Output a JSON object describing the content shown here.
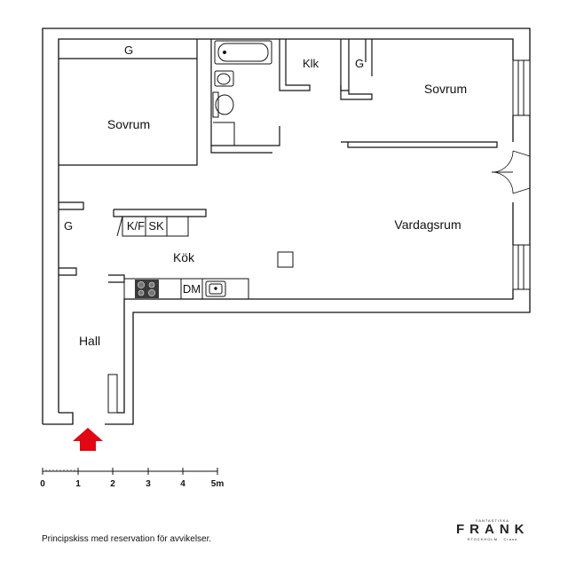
{
  "rooms": {
    "wardrobe_top": "G",
    "bedroom_left": "Sovrum",
    "closet_klk": "Klk",
    "wardrobe_right": "G",
    "bedroom_right": "Sovrum",
    "wardrobe_hall": "G",
    "fridge_freezer": "K/F",
    "cabinet": "SK",
    "living_room": "Vardagsrum",
    "kitchen": "Kök",
    "dishwasher": "DM",
    "hall": "Hall"
  },
  "scale": {
    "ticks": [
      "0",
      "1",
      "2",
      "3",
      "4",
      "5m"
    ]
  },
  "footer": {
    "disclaimer": "Principskiss med reservation för avvikelser."
  },
  "logo": {
    "tagline": "FANTASTISKA",
    "brand": "FRANK",
    "sub": "STOCKHOLM · Crane"
  },
  "colors": {
    "wall": "#111111",
    "entrance_arrow": "#e30613",
    "stove": "#3a3a3a"
  }
}
